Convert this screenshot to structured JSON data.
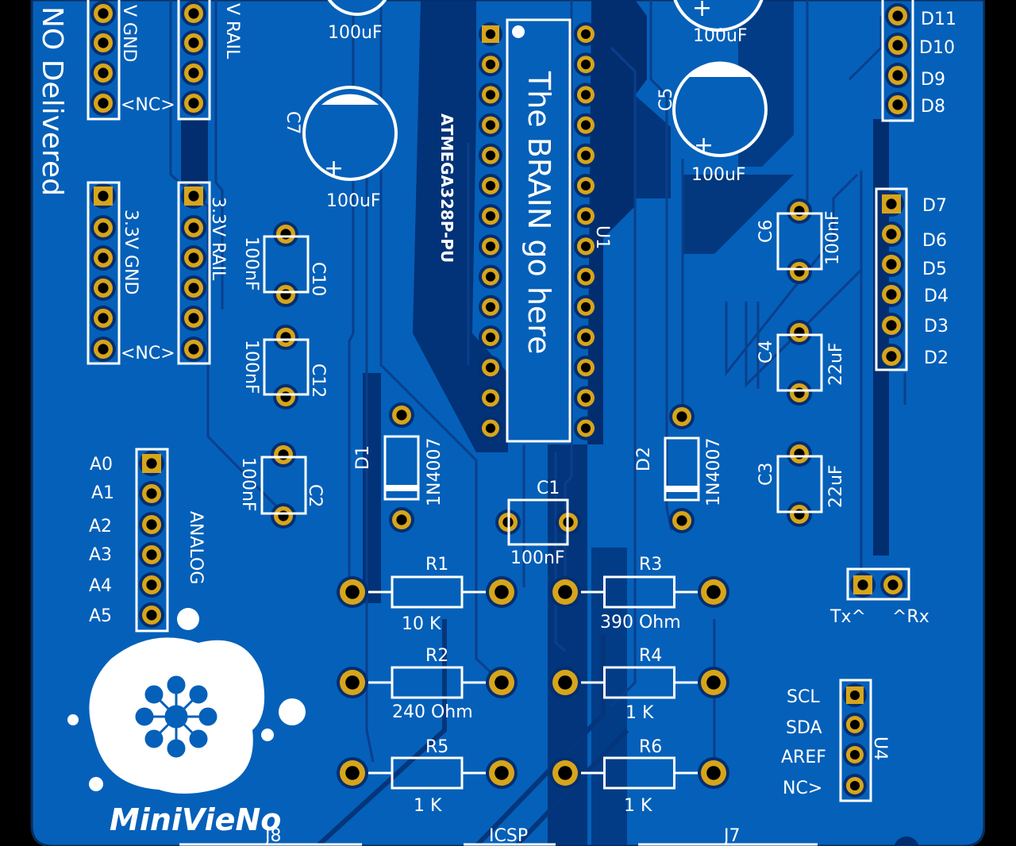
{
  "board": {
    "title_fragment": "NO Delivered",
    "logo_text": "MiniVieNo",
    "colors": {
      "board": "#0560b9",
      "copper_dark": "#022e70",
      "pad": "#d7a51a",
      "silk": "#ffffff"
    }
  },
  "headers": {
    "power5v_gnd": {
      "label": "V GND",
      "nc": "<NC>"
    },
    "power5v_rail": {
      "label": "V RAIL"
    },
    "power33_gnd": {
      "label": "3.3V GND",
      "nc": "<NC>"
    },
    "power33_rail": {
      "label": "3.3V RAIL"
    },
    "analog": {
      "label": "ANALOG",
      "pins": [
        "A0",
        "A1",
        "A2",
        "A3",
        "A4",
        "A5"
      ]
    },
    "digital_high": {
      "pins": [
        "D11",
        "D10",
        "D9",
        "D8"
      ]
    },
    "digital_low": {
      "pins": [
        "D7",
        "D6",
        "D5",
        "D4",
        "D3",
        "D2"
      ]
    },
    "serial": {
      "tx": "Tx^",
      "rx": "^Rx"
    },
    "u4": {
      "ref": "U4",
      "pins": [
        "SCL",
        "SDA",
        "AREF",
        "NC>"
      ]
    }
  },
  "ic": {
    "ref": "U1",
    "part": "ATMEGA328P-PU",
    "note": "The BRAIN go here"
  },
  "capacitors": {
    "top_left": {
      "value": "100uF"
    },
    "top_right": {
      "value": "100uF"
    },
    "c7": {
      "ref": "C7",
      "value": "100uF"
    },
    "c5": {
      "ref": "C5",
      "value": "100uF"
    },
    "c10": {
      "ref": "C10",
      "value": "100nF"
    },
    "c12": {
      "ref": "C12",
      "value": "100nF"
    },
    "c2": {
      "ref": "C2",
      "value": "100nF"
    },
    "c1": {
      "ref": "C1",
      "value": "100nF"
    },
    "c6": {
      "ref": "C6",
      "value": "100nF"
    },
    "c4": {
      "ref": "C4",
      "value": "22uF"
    },
    "c3": {
      "ref": "C3",
      "value": "22uF"
    }
  },
  "diodes": {
    "d1": {
      "ref": "D1",
      "value": "1N4007"
    },
    "d2": {
      "ref": "D2",
      "value": "1N4007"
    }
  },
  "resistors": {
    "r1": {
      "ref": "R1",
      "value": "10 K"
    },
    "r2": {
      "ref": "R2",
      "value": "240 Ohm"
    },
    "r3": {
      "ref": "R3",
      "value": "390 Ohm"
    },
    "r4": {
      "ref": "R4",
      "value": "1 K"
    },
    "r5": {
      "ref": "R5",
      "value": "1 K"
    },
    "r6": {
      "ref": "R6",
      "value": "1 K"
    }
  },
  "connectors": {
    "j8": "J8",
    "icsp": "ICSP",
    "j7": "J7"
  }
}
